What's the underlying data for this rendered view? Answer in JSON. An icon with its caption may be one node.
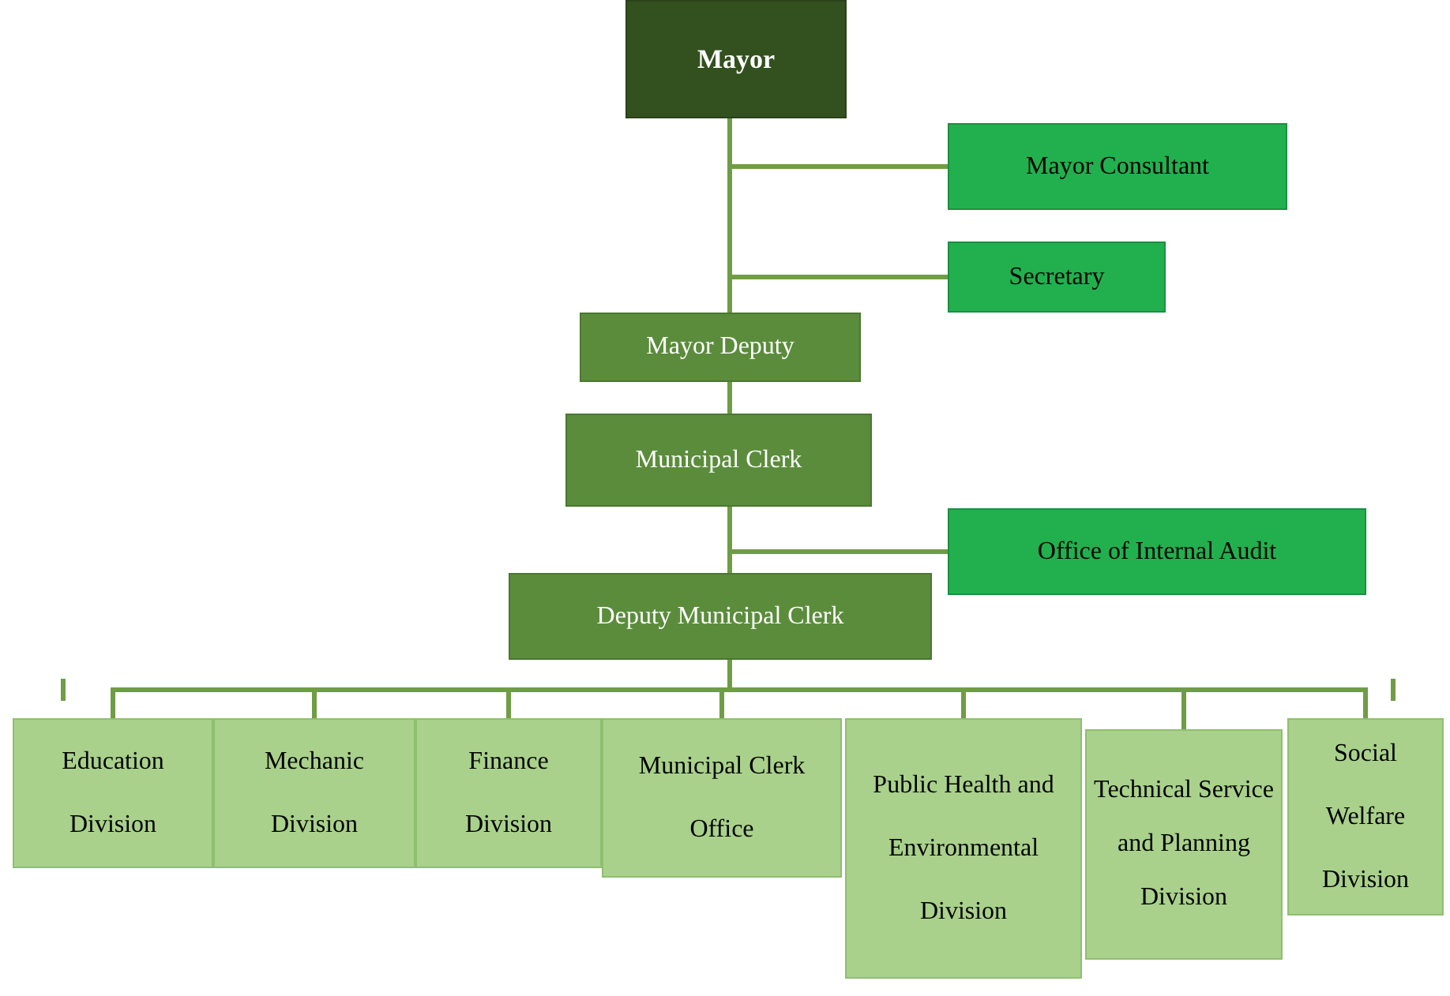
{
  "diagram": {
    "nodes": [
      {
        "text": [
          "Mayor"
        ]
      },
      {
        "text": [
          "Mayor Consultant"
        ]
      },
      {
        "text": [
          "Secretary"
        ]
      },
      {
        "text": [
          "Mayor Deputy"
        ]
      },
      {
        "text": [
          "Municipal Clerk"
        ]
      },
      {
        "text": [
          "Office of Internal Audit"
        ]
      },
      {
        "text": [
          "Deputy Municipal Clerk"
        ]
      },
      {
        "text": [
          "Education Division"
        ]
      },
      {
        "text": [
          "Mechanic Division"
        ]
      },
      {
        "text": [
          "Finance Division"
        ]
      },
      {
        "text": [
          "Municipal Clerk Office"
        ]
      },
      {
        "text": [
          "Public Health and Environmental Division"
        ]
      },
      {
        "text": [
          "Technical Service and Planning Division"
        ]
      },
      {
        "text": [
          "Social Welfare Division"
        ]
      }
    ],
    "edges": [
      {
        "from": 0,
        "to": 1,
        "arrow": "none"
      },
      {
        "from": 0,
        "to": 2,
        "arrow": "none"
      },
      {
        "from": 0,
        "to": 3,
        "arrow": "none"
      },
      {
        "from": 3,
        "to": 4,
        "arrow": "none"
      },
      {
        "from": 4,
        "to": 5,
        "arrow": "none"
      },
      {
        "from": 4,
        "to": 6,
        "arrow": "none"
      },
      {
        "from": 6,
        "to": 7,
        "arrow": "none"
      },
      {
        "from": 6,
        "to": 8,
        "arrow": "none"
      },
      {
        "from": 6,
        "to": 9,
        "arrow": "none"
      },
      {
        "from": 6,
        "to": 10,
        "arrow": "none"
      },
      {
        "from": 6,
        "to": 11,
        "arrow": "none"
      },
      {
        "from": 6,
        "to": 12,
        "arrow": "none"
      },
      {
        "from": 6,
        "to": 13,
        "arrow": "none"
      }
    ]
  }
}
